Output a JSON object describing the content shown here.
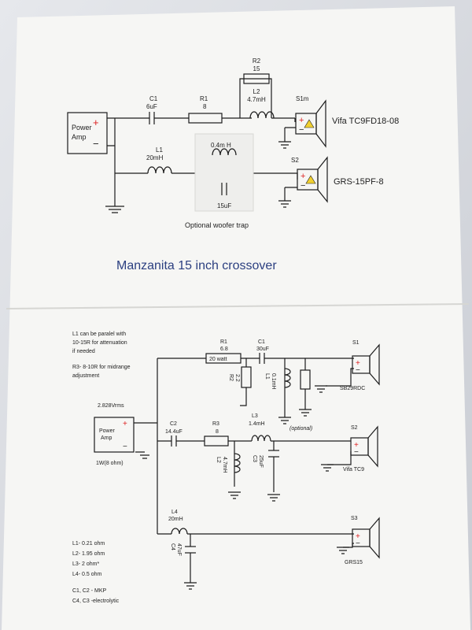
{
  "title": "Manzanita 15 inch crossover",
  "top_schematic": {
    "amp": {
      "line1": "Power",
      "line2": "Amp",
      "plus": "+",
      "minus": "−"
    },
    "c1": {
      "name": "C1",
      "value": "6uF"
    },
    "r1": {
      "name": "R1",
      "value": "8"
    },
    "r2": {
      "name": "R2",
      "value": "15"
    },
    "l2": {
      "name": "L2",
      "value": "4.7mH"
    },
    "l1": {
      "name": "L1",
      "value": "20mH"
    },
    "trap_inductor": {
      "value": "0.4m H"
    },
    "trap_cap": {
      "value": "15uF"
    },
    "s1": {
      "name": "S1m",
      "model": "Vifa TC9FD18-08"
    },
    "s2": {
      "name": "S2",
      "model": "GRS-15PF-8"
    },
    "trap_label": "Optional woofer trap"
  },
  "bottom_schematic": {
    "note1": [
      "L1 can be paralel with",
      "10-15R for attenuation",
      "if needed"
    ],
    "note2": [
      "R3- 8-10R for midrange",
      "adjustment"
    ],
    "amp": {
      "voltage": "2.828Vrms",
      "line1": "Power",
      "line2": "Amp",
      "power": "1W(8 ohm)",
      "plus": "+",
      "minus": "−"
    },
    "r1": {
      "name": "R1",
      "value": "6.8",
      "rating": "20 watt"
    },
    "c1": {
      "name": "C1",
      "value": "30uF"
    },
    "r2": {
      "name": "R2",
      "value": "2.2"
    },
    "l1": {
      "name": "L1",
      "value": "0.1mH"
    },
    "c2": {
      "name": "C2",
      "value": "14.4uF"
    },
    "r3": {
      "name": "R3",
      "value": "8"
    },
    "l3": {
      "name": "L3",
      "value": "1.4mH"
    },
    "l2": {
      "name": "L2",
      "value": "4.7mH"
    },
    "c3": {
      "name": "C3",
      "value": "25uF"
    },
    "optional": "(optional)",
    "l4": {
      "name": "L4",
      "value": "20mH"
    },
    "c4": {
      "name": "C4",
      "value": "47uF"
    },
    "s1": {
      "name": "S1",
      "model": "SB29RDC"
    },
    "s2": {
      "name": "S2",
      "model": "Vifa TC9"
    },
    "s3": {
      "name": "S3",
      "model": "GRS15"
    },
    "dcr": [
      "L1- 0.21 ohm",
      "L2- 1.95 ohm",
      "L3- 2 ohm*",
      "L4- 0.5 ohm"
    ],
    "caps": [
      "C1, C2 - MKP",
      "C4, C3 -electrolytic"
    ]
  }
}
